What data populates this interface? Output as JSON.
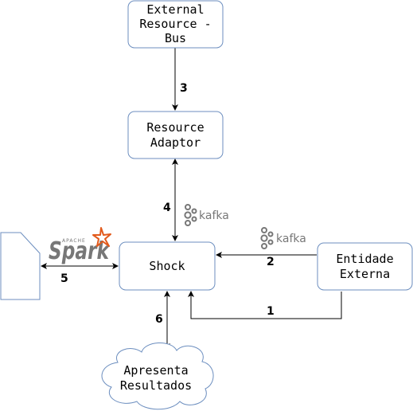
{
  "nodes": {
    "bus": {
      "lines": [
        "External",
        "Resource -",
        "Bus"
      ]
    },
    "adaptor": {
      "lines": [
        "Resource",
        "Adaptor"
      ]
    },
    "shock": {
      "lines": [
        "Shock"
      ]
    },
    "entidade": {
      "lines": [
        "Entidade",
        "Externa"
      ]
    },
    "resultados": {
      "lines": [
        "Apresenta",
        "Resultados"
      ]
    }
  },
  "edges": {
    "e1": "1",
    "e2": "2",
    "e3": "3",
    "e4": "4",
    "e5": "5",
    "e6": "6"
  },
  "logos": {
    "kafka": "kafka",
    "spark": "Spark",
    "apache": "APACHE"
  },
  "colors": {
    "node_border": "#6c8ebf",
    "edge": "#000000",
    "logo_gray": "#777777",
    "spark_star": "#e25a1c"
  }
}
